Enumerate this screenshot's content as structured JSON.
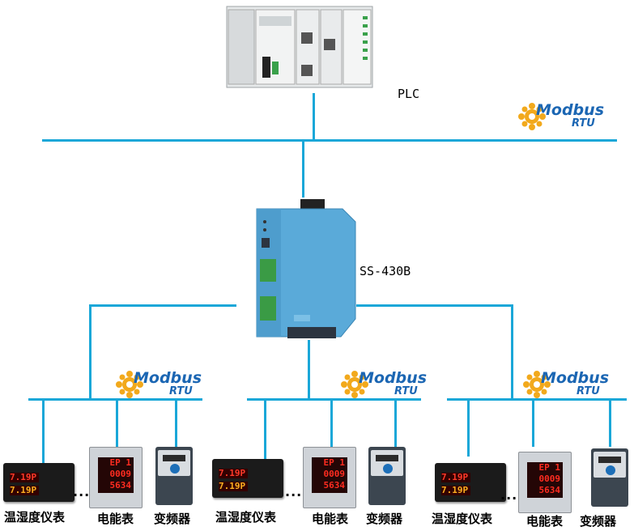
{
  "plc": {
    "label": "PLC"
  },
  "gateway": {
    "label": "SS-430B"
  },
  "badges": [
    {
      "line1": "Modbus",
      "line2": "RTU"
    },
    {
      "line1": "Modbus",
      "line2": "RTU"
    },
    {
      "line1": "Modbus",
      "line2": "RTU"
    },
    {
      "line1": "Modbus",
      "line2": "RTU"
    }
  ],
  "groups": [
    {
      "hygro_label": "温湿度仪表",
      "meter_label": "电能表",
      "vfd_label": "变频器",
      "ellipsis": "..."
    },
    {
      "hygro_label": "温湿度仪表",
      "meter_label": "电能表",
      "vfd_label": "变频器",
      "ellipsis": "..."
    },
    {
      "hygro_label": "温湿度仪表",
      "meter_label": "电能表",
      "vfd_label": "变频器",
      "ellipsis": "..."
    }
  ],
  "displays": {
    "hygro_top": "7.19P",
    "hygro_bottom": "7.19P",
    "meter_rows": [
      "EP 1",
      "0009",
      "5634"
    ]
  },
  "colors": {
    "bus": "#1aa7d8",
    "badge_text": "#1b66b3",
    "badge_gear": "#f2a91c"
  }
}
